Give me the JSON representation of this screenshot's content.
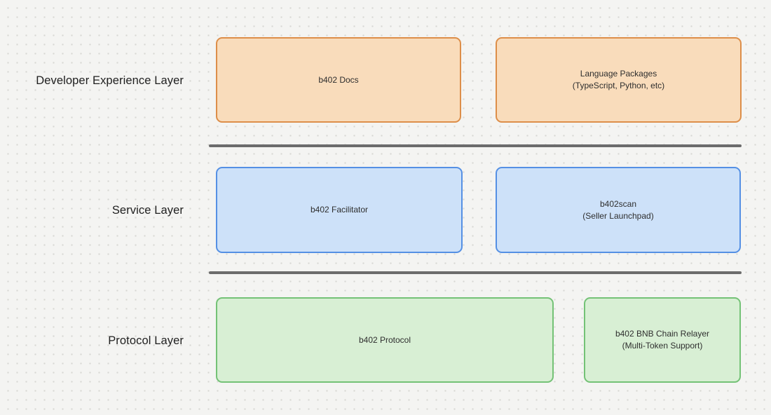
{
  "canvas": {
    "background_color": "#f4f4f2",
    "dot_grid_color": "#d7d7d3"
  },
  "divider_color": "#6c6c6c",
  "layers": [
    {
      "label": "Developer Experience Layer",
      "fill": "#f9dcbb",
      "border": "#dd8e49",
      "boxes": [
        {
          "line1": "b402 Docs"
        },
        {
          "line1": "Language Packages",
          "line2": "(TypeScript, Python, etc)"
        }
      ]
    },
    {
      "label": "Service Layer",
      "fill": "#cde1f9",
      "border": "#5590e4",
      "boxes": [
        {
          "line1": "b402 Facilitator"
        },
        {
          "line1": "b402scan",
          "line2": "(Seller Launchpad)"
        }
      ]
    },
    {
      "label": "Protocol Layer",
      "fill": "#d8efd4",
      "border": "#74c276",
      "boxes": [
        {
          "line1": "b402 Protocol"
        },
        {
          "line1": "b402 BNB Chain Relayer",
          "line2": "(Multi-Token Support)"
        }
      ]
    }
  ]
}
